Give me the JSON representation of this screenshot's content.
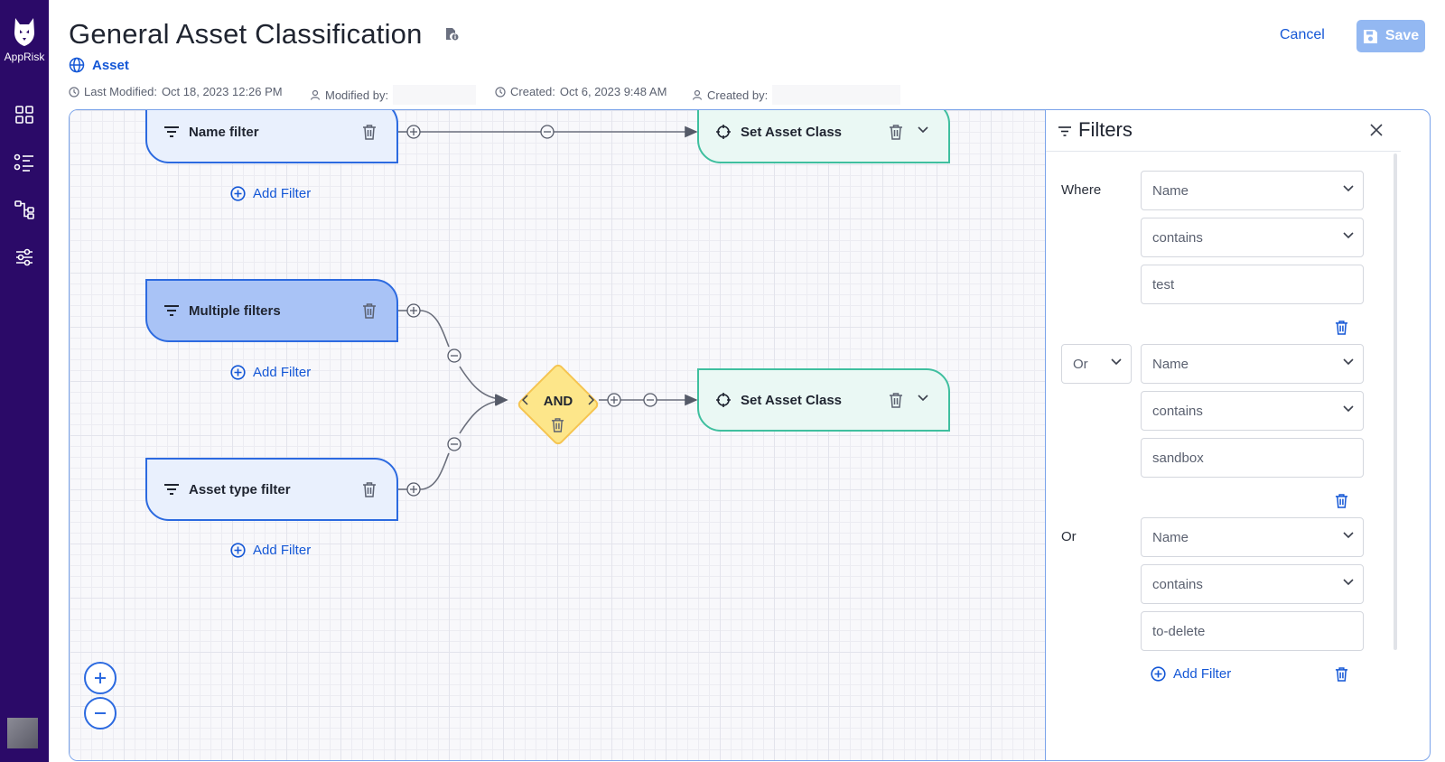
{
  "app": {
    "brand": "AppRisk"
  },
  "nav": {
    "items": [
      {
        "icon": "dashboard-icon"
      },
      {
        "icon": "list-icon"
      },
      {
        "icon": "workflow-icon"
      },
      {
        "icon": "settings-sliders-icon"
      }
    ]
  },
  "header": {
    "title": "General Asset Classification",
    "asset_type": "Asset",
    "last_modified_label": "Last Modified:",
    "last_modified_value": "Oct 18, 2023 12:26 PM",
    "modified_by_label": "Modified by:",
    "created_label": "Created:",
    "created_value": "Oct 6, 2023 9:48 AM",
    "created_by_label": "Created by:",
    "cancel_label": "Cancel",
    "save_label": "Save"
  },
  "canvas": {
    "nodes": {
      "name_filter": "Name filter",
      "multiple_filters": "Multiple filters",
      "asset_type_filter": "Asset type filter",
      "action_1": "Set Asset Class",
      "action_2": "Set Asset Class",
      "and_gate": "AND"
    },
    "add_filter_label": "Add Filter"
  },
  "panel": {
    "title": "Filters",
    "groups": [
      {
        "connector": "Where",
        "field": "Name",
        "operator": "contains",
        "value": "test"
      },
      {
        "connector": "Or",
        "field": "Name",
        "operator": "contains",
        "value": "sandbox"
      },
      {
        "connector": "Or",
        "field": "Name",
        "operator": "contains",
        "value": "to-delete"
      }
    ],
    "add_filter_label": "Add Filter"
  },
  "colors": {
    "nav_bg": "#2b0a68",
    "accent": "#1457d6",
    "filter_border": "#2c6ae0",
    "action_border": "#3fbf9f",
    "and_fill": "#fde68a"
  }
}
